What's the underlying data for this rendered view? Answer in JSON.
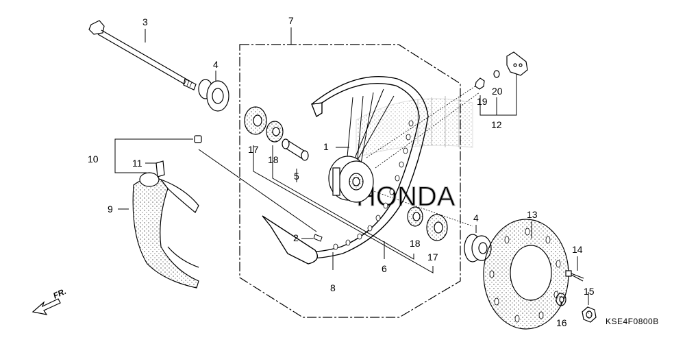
{
  "diagram": {
    "callouts": [
      {
        "id": "p1",
        "label": "1"
      },
      {
        "id": "p2",
        "label": "2"
      },
      {
        "id": "p3",
        "label": "3"
      },
      {
        "id": "p4a",
        "label": "4"
      },
      {
        "id": "p4b",
        "label": "4"
      },
      {
        "id": "p5",
        "label": "5"
      },
      {
        "id": "p6",
        "label": "6"
      },
      {
        "id": "p7",
        "label": "7"
      },
      {
        "id": "p8",
        "label": "8"
      },
      {
        "id": "p9",
        "label": "9"
      },
      {
        "id": "p10",
        "label": "10"
      },
      {
        "id": "p11",
        "label": "11"
      },
      {
        "id": "p12",
        "label": "12"
      },
      {
        "id": "p13",
        "label": "13"
      },
      {
        "id": "p14",
        "label": "14"
      },
      {
        "id": "p15",
        "label": "15"
      },
      {
        "id": "p16",
        "label": "16"
      },
      {
        "id": "p17a",
        "label": "17"
      },
      {
        "id": "p17b",
        "label": "17"
      },
      {
        "id": "p18a",
        "label": "18"
      },
      {
        "id": "p18b",
        "label": "18"
      },
      {
        "id": "p19",
        "label": "19"
      },
      {
        "id": "p20",
        "label": "20"
      }
    ],
    "direction_label": "FR.",
    "diagram_code": "KSE4F0800B",
    "icons": [
      "front-direction-arrow-icon"
    ]
  }
}
